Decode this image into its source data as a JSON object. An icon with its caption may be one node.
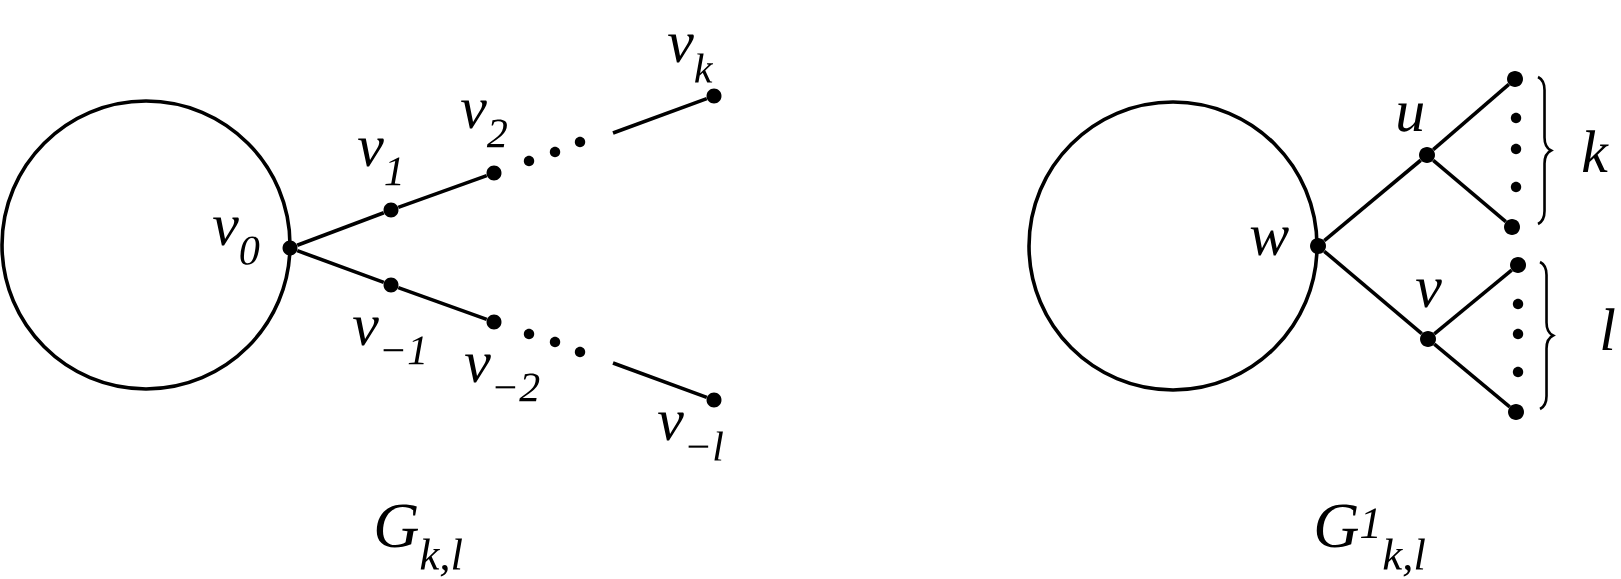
{
  "diagram": {
    "nodes": [
      {
        "text": [],
        "shape": "circle"
      },
      {
        "text": [],
        "shape": "dot",
        "beside": [
          "v$_{0}$"
        ]
      },
      {
        "text": [],
        "shape": "dot",
        "beside": [
          "v$_{1}$"
        ]
      },
      {
        "text": [],
        "shape": "dot",
        "beside": [
          "v$_{2}$"
        ]
      },
      {
        "text": [],
        "shape": "dot",
        "beside": [
          "v$_{k}$"
        ]
      },
      {
        "text": [],
        "shape": "dot",
        "beside": [
          "v$_{−1}$"
        ]
      },
      {
        "text": [],
        "shape": "dot",
        "beside": [
          "v$_{−2}$"
        ]
      },
      {
        "text": [],
        "shape": "dot",
        "beside": [
          "v$_{−l}$"
        ]
      },
      {
        "text": [],
        "shape": "circle"
      },
      {
        "text": [],
        "shape": "dot",
        "beside": [
          "w"
        ]
      },
      {
        "text": [],
        "shape": "dot",
        "beside": [
          "u"
        ]
      },
      {
        "text": [],
        "shape": "dot"
      },
      {
        "text": [],
        "shape": "dot"
      },
      {
        "text": [],
        "shape": "dot",
        "beside": [
          "v"
        ]
      },
      {
        "text": [],
        "shape": "dot"
      },
      {
        "text": [],
        "shape": "dot"
      }
    ],
    "edges": [
      {
        "from": 1,
        "to": 2,
        "arrow": "none"
      },
      {
        "from": 2,
        "to": 3,
        "arrow": "none"
      },
      {
        "from": null,
        "to": 4,
        "arrow": "none"
      },
      {
        "from": 1,
        "to": 5,
        "arrow": "none"
      },
      {
        "from": 5,
        "to": 6,
        "arrow": "none"
      },
      {
        "from": null,
        "to": 7,
        "arrow": "none"
      },
      {
        "from": 9,
        "to": 10,
        "arrow": "none"
      },
      {
        "from": 10,
        "to": 11,
        "arrow": "none"
      },
      {
        "from": 10,
        "to": 12,
        "arrow": "none"
      },
      {
        "from": 9,
        "to": 13,
        "arrow": "none"
      },
      {
        "from": 13,
        "to": 14,
        "arrow": "none"
      },
      {
        "from": 13,
        "to": 15,
        "arrow": "none"
      }
    ],
    "labels": [
      "k",
      "l",
      "G$_{k,l}$",
      "G$^{1}$$_{k,l}$"
    ]
  }
}
